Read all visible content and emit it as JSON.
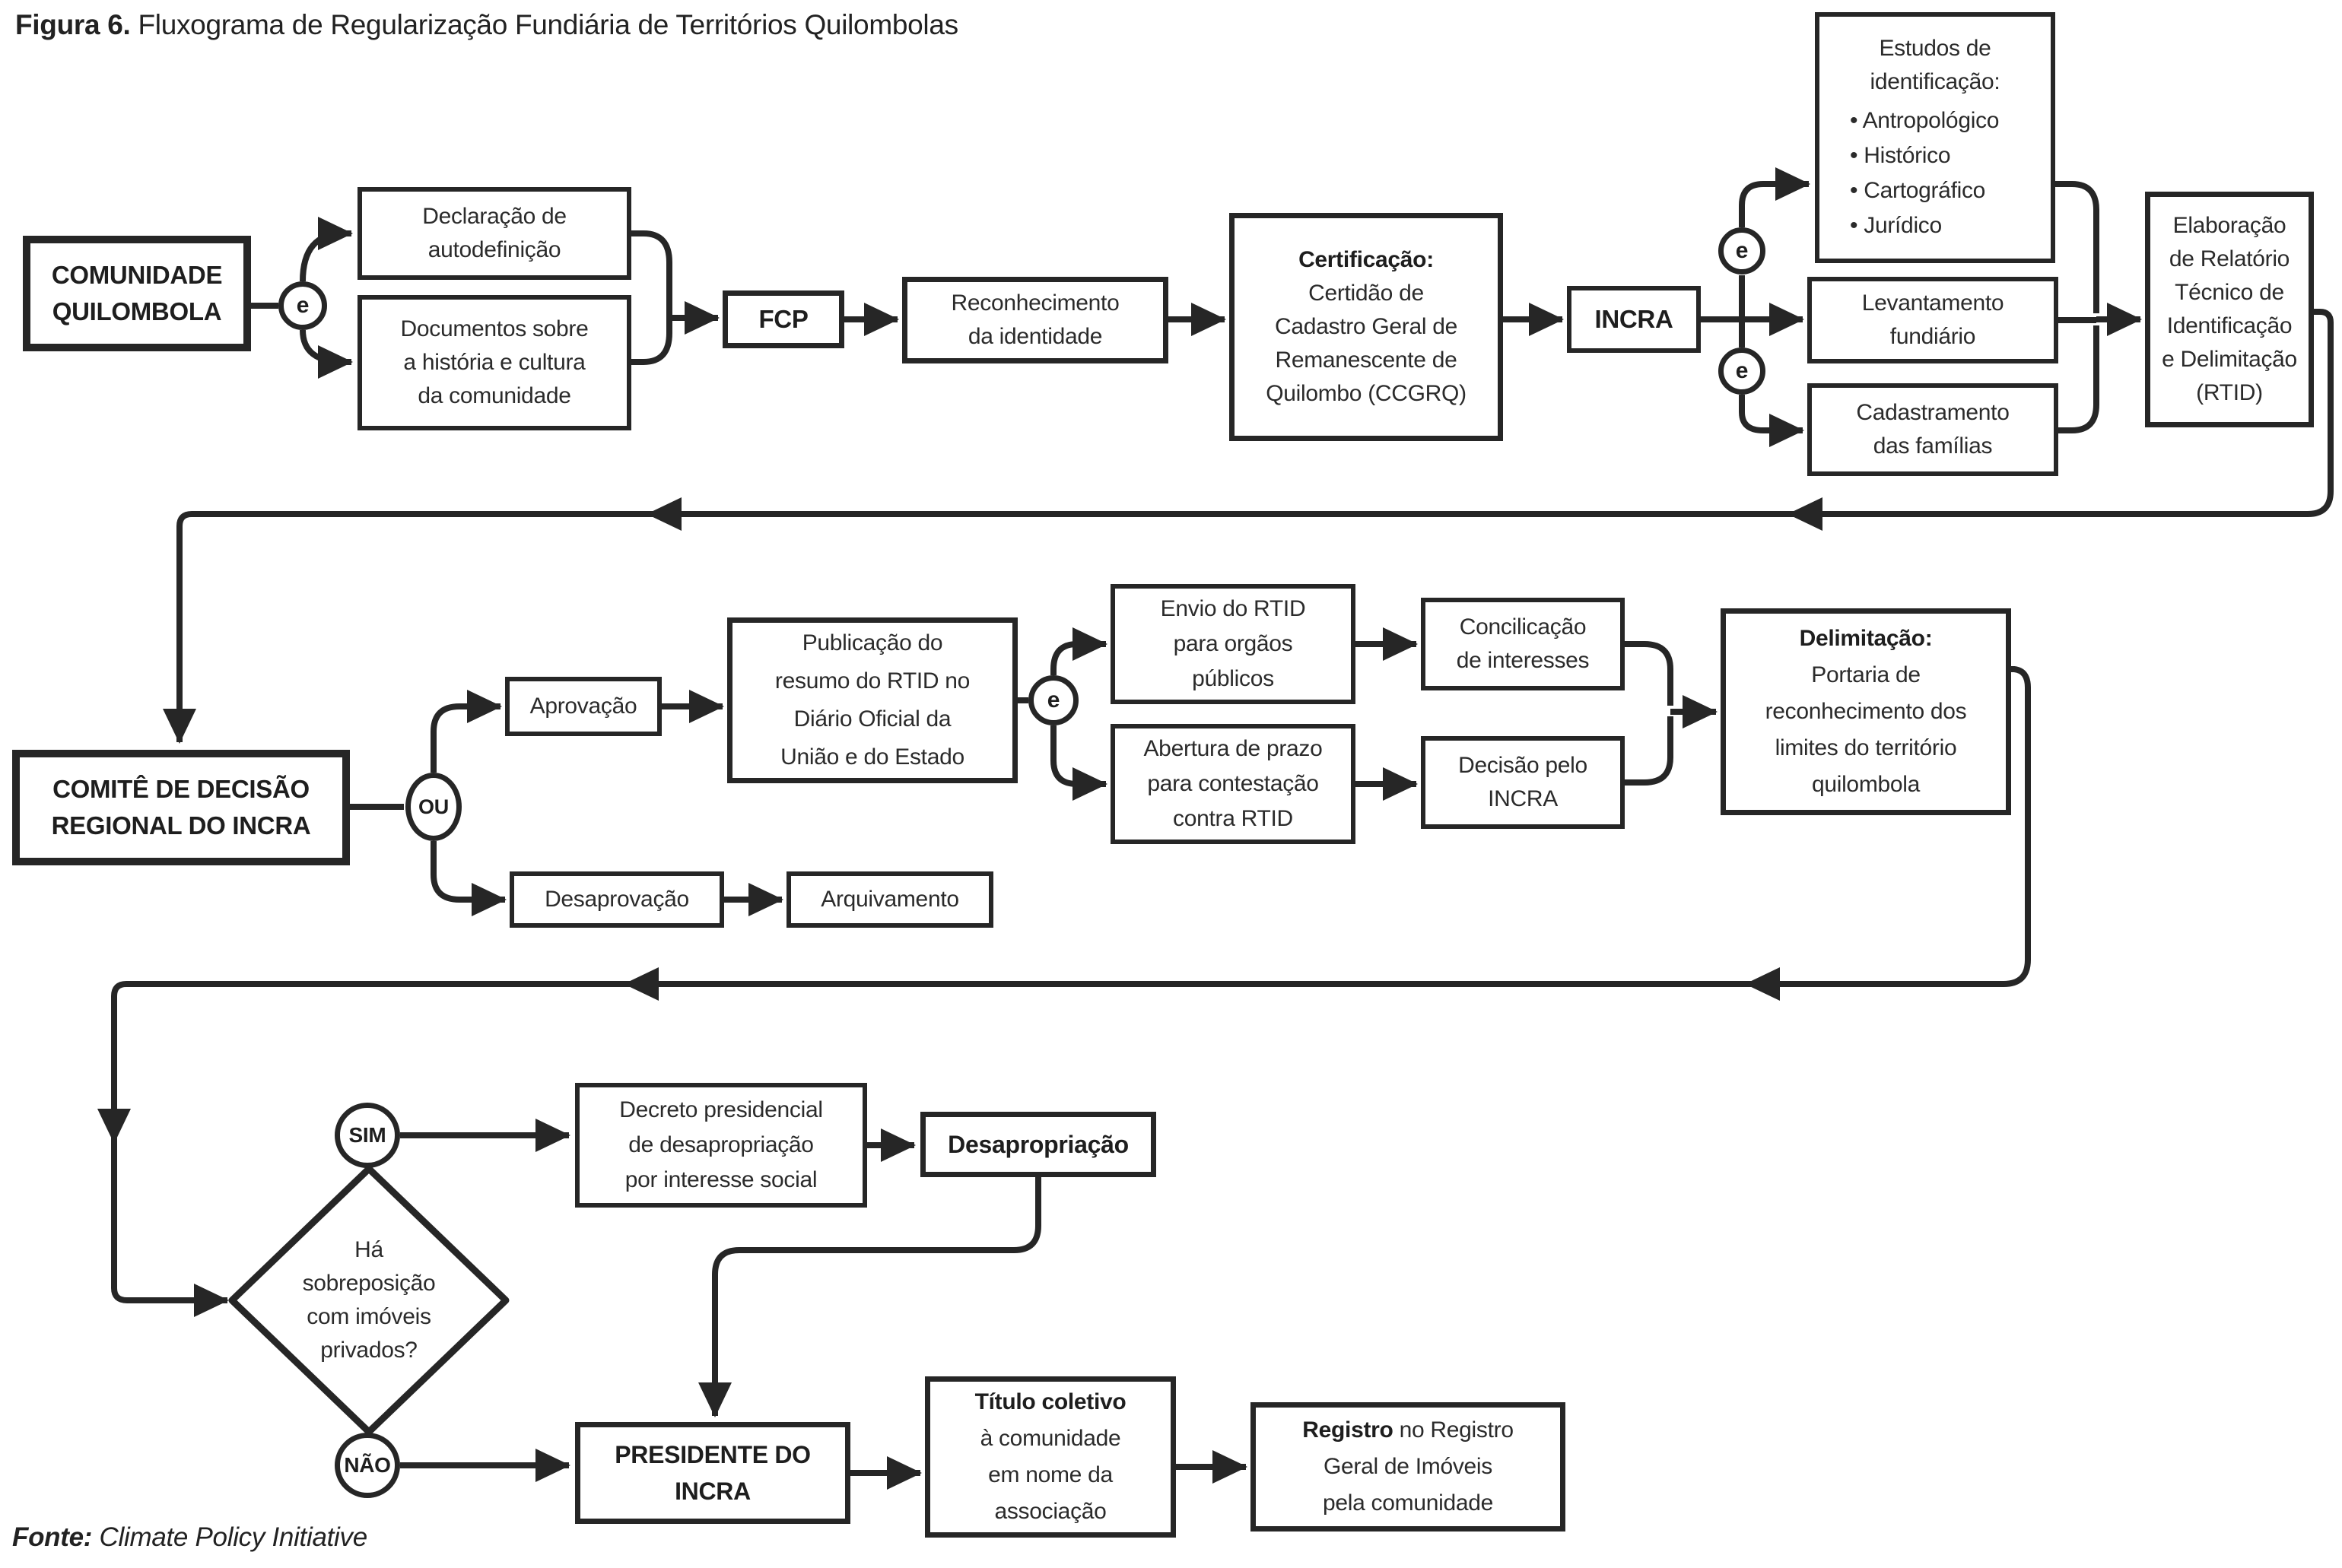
{
  "title": {
    "prefix": "Figura 6.",
    "text": " Fluxograma de Regularização Fundiária de Territórios Quilombolas"
  },
  "source": {
    "label": "Fonte:",
    "text": " Climate Policy Initiative"
  },
  "connectors": {
    "and": "e",
    "or": "OU",
    "yes": "SIM",
    "no": "NÃO"
  },
  "nodes": {
    "comunidade": "COMUNIDADE\nQUILOMBOLA",
    "declaracao": "Declaração de\nautodefinição",
    "documentos": "Documentos sobre\na história e cultura\nda comunidade",
    "fcp": "FCP",
    "reconhecimento": "Reconhecimento\nda identidade",
    "certificacao": {
      "title": "Certificação:",
      "body": "Certidão de\nCadastro Geral de\nRemanescente de\nQuilombo (CCGRQ)"
    },
    "incra": "INCRA",
    "estudos": {
      "title": "Estudos de\nidentificação:",
      "bullet": "•",
      "items": [
        "Antropológico",
        "Histórico",
        "Cartográfico",
        "Jurídico"
      ]
    },
    "levantamento": "Levantamento\nfundiário",
    "cadastramento": "Cadastramento\ndas famílias",
    "rtid": "Elaboração\nde Relatório\nTécnico de\nIdentificação\ne Delimitação\n(RTID)",
    "comite": "COMITÊ DE DECISÃO\nREGIONAL DO INCRA",
    "aprovacao": "Aprovação",
    "publicacao": "Publicação do\nresumo do RTID no\nDiário Oficial da\nUnião e do Estado",
    "envio": "Envio do RTID\npara orgãos\npúblicos",
    "concilicacao": "Concilicação\nde interesses",
    "abertura": "Abertura de prazo\npara contestação\ncontra RTID",
    "decisao": "Decisão pelo\nINCRA",
    "delimitacao": {
      "title": "Delimitação:",
      "body": "Portaria de\nreconhecimento dos\nlimites do território\nquilombola"
    },
    "desaprovacao": "Desaprovação",
    "arquivamento": "Arquivamento",
    "sobreposicao": "Há\nsobreposição\ncom imóveis\nprivados?",
    "decreto": "Decreto presidencial\nde desapropriação\npor interesse social",
    "desapropriacao": "Desapropriação",
    "presidente": "PRESIDENTE DO\nINCRA",
    "titulo": {
      "title": "Título coletivo",
      "body": "à comunidade\nem nome da\nassociação"
    },
    "registro": {
      "title": "Registro",
      "body": "no Registro\nGeral de Imóveis\npela comunidade"
    }
  }
}
